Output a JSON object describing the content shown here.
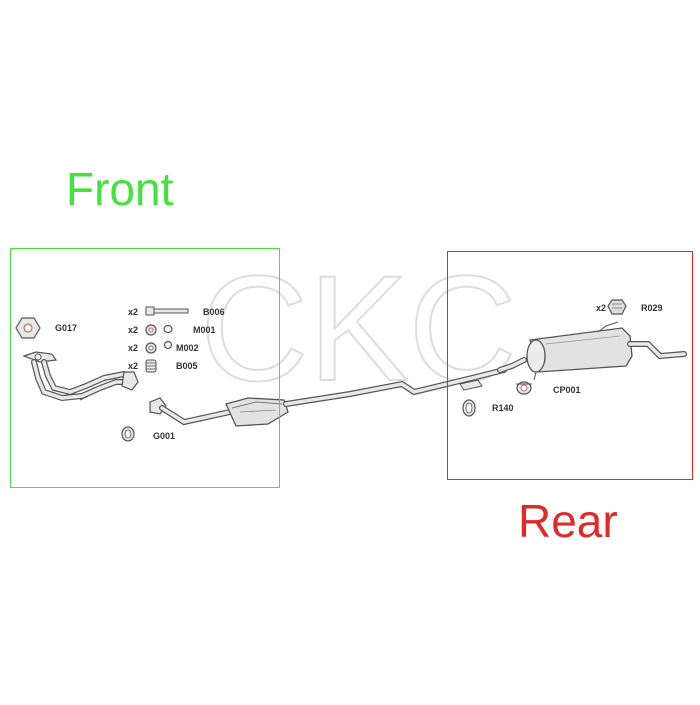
{
  "watermark": "CKC",
  "labels": {
    "front": "Front",
    "rear": "Rear"
  },
  "colors": {
    "front": "#44e33c",
    "rear": "#e02a2a",
    "pipe_stroke": "#555555",
    "pipe_fill": "#e2e2e2"
  },
  "parts": {
    "g017": "G017",
    "b006": "B006",
    "m001": "M001",
    "m002": "M002",
    "b005": "B005",
    "g001": "G001",
    "r029": "R029",
    "cp001": "CP001",
    "r140": "R140"
  },
  "quantities": {
    "b006": "x2",
    "m001": "x2",
    "m002": "x2",
    "b005": "x2",
    "r029": "x2"
  }
}
